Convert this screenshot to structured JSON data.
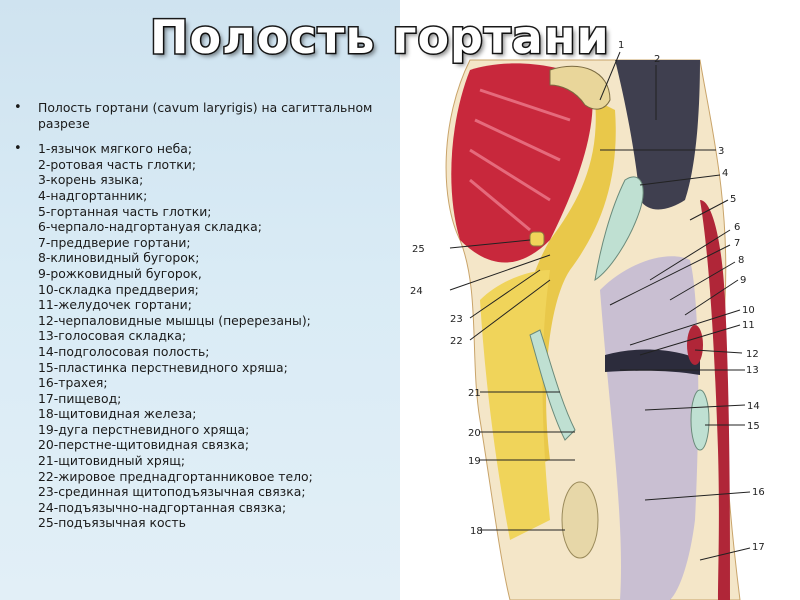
{
  "title": "Полость гортани",
  "intro": "Полость гортани (cavum laryrigis) на сагиттальном разрезе",
  "legend": [
    "1-язычок мягкого неба;",
    "2-ротовая часть глотки;",
    "3-корень языка;",
    "4-надгортанник;",
    "5-гортанная часть глотки;",
    "6-черпало-надгортануая складка;",
    "7-преддверие гортани;",
    "8-клиновидный бугорок;",
    "9-рожковидный бугорок,",
    "10-складка преддверия;",
    "11-желудочек гортани;",
    "12-черпаловидные мышцы (перерезаны);",
    "13-голосовая складка;",
    "14-подголосовая полость;",
    "15-пластинка перстневидного хряша;",
    "16-трахея;",
    "17-пищевод;",
    "18-щитовидная железа;",
    "19-дуга перстневидного хряща;",
    "20-перстне-щитовидная связка;",
    "21-щитовидный хрящ;",
    "22-жировое преднадгортанниковое тело;",
    "23-срединная щитоподъязычная связка;",
    "24-подъязычно-надгортанная связка;",
    "25-подъязычная кость"
  ],
  "figure": {
    "numbers": [
      "1",
      "2",
      "3",
      "4",
      "5",
      "6",
      "7",
      "8",
      "9",
      "10",
      "11",
      "12",
      "13",
      "14",
      "15",
      "16",
      "17",
      "18",
      "19",
      "20",
      "21",
      "22",
      "23",
      "24",
      "25"
    ]
  },
  "colors": {
    "muscle": "#c8283c",
    "fat": "#e9c84a",
    "cartilage": "#bfe0d2",
    "lumen": "#3f3f4f",
    "mucosa": "#c9bfd2"
  }
}
